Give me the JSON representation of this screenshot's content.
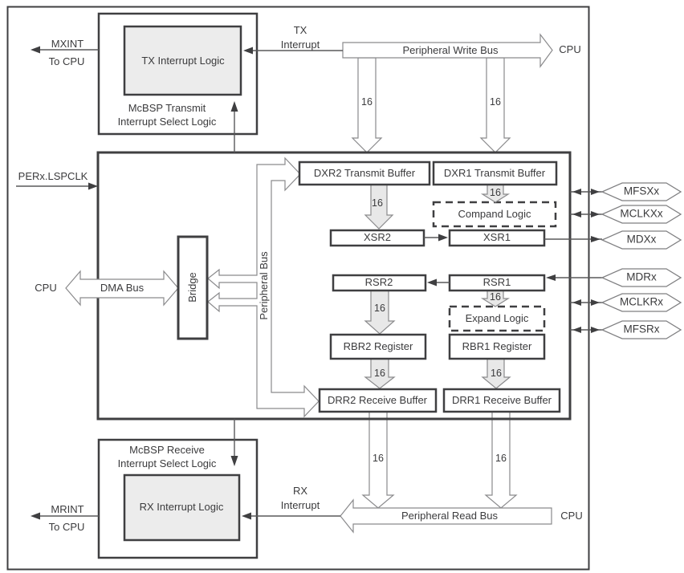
{
  "tx_section": {
    "caption_line1": "McBSP Transmit",
    "caption_line2": "Interrupt Select Logic",
    "logic_box": "TX Interrupt Logic",
    "out_signal": "MXINT",
    "out_dest": "To CPU",
    "in_signal_line1": "TX",
    "in_signal_line2": "Interrupt"
  },
  "rx_section": {
    "caption_line1": "McBSP Receive",
    "caption_line2": "Interrupt Select Logic",
    "logic_box": "RX Interrupt Logic",
    "out_signal": "MRINT",
    "out_dest": "To CPU",
    "in_signal_line1": "RX",
    "in_signal_line2": "Interrupt"
  },
  "buses": {
    "peripheral_write": "Peripheral Write Bus",
    "peripheral_read": "Peripheral Read Bus",
    "dma": "DMA Bus",
    "peripheral": "Peripheral Bus",
    "width": "16",
    "cpu": "CPU"
  },
  "clock_input": "PERx.LSPCLK",
  "core": {
    "dxr2": "DXR2 Transmit Buffer",
    "dxr1": "DXR1 Transmit Buffer",
    "compand": "Compand Logic",
    "xsr2": "XSR2",
    "xsr1": "XSR1",
    "rsr2": "RSR2",
    "rsr1": "RSR1",
    "expand": "Expand Logic",
    "rbr2": "RBR2 Register",
    "rbr1": "RBR1 Register",
    "drr2": "DRR2 Receive Buffer",
    "drr1": "DRR1 Receive Buffer",
    "bridge": "Bridge"
  },
  "pins": [
    {
      "label": "MFSXx",
      "direction": "bidirectional"
    },
    {
      "label": "MCLKXx",
      "direction": "bidirectional"
    },
    {
      "label": "MDXx",
      "direction": "output"
    },
    {
      "label": "MDRx",
      "direction": "input"
    },
    {
      "label": "MCLKRx",
      "direction": "bidirectional"
    },
    {
      "label": "MFSRx",
      "direction": "bidirectional"
    }
  ],
  "colors": {
    "box_border": "#3f3f41",
    "logic_fill": "#ececec",
    "gray_arrow_fill": "#e8e8e8",
    "bus_outline": "#8a8a8c",
    "line": "#58585a"
  }
}
